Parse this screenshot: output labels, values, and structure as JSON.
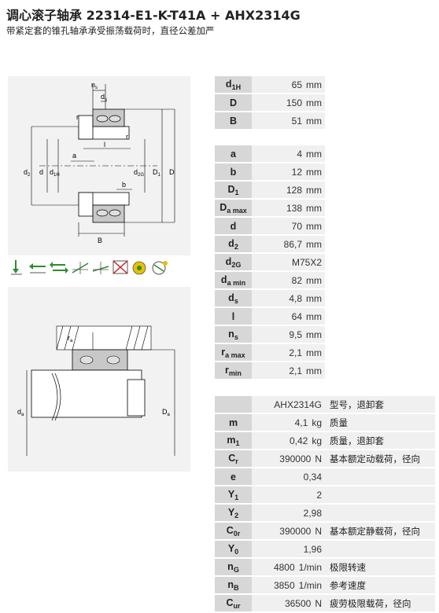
{
  "header": {
    "title": "调心滚子轴承 22314-E1-K-T41A + AHX2314G",
    "subtitle": "带紧定套的锥孔轴承承受振荡载荷时，直径公差加严"
  },
  "diagram_top": {
    "labels": {
      "ns": "n",
      "ns_sub": "s",
      "ds": "d",
      "ds_sub": "s",
      "r1": "r",
      "r2": "r",
      "l": "l",
      "a": "a",
      "d2": "d",
      "d2_sub": "2",
      "d": "d",
      "d1H": "d",
      "d1H_sub": "1H",
      "d2G": "d",
      "d2G_sub": "2G",
      "D1": "D",
      "D1_sub": "1",
      "D": "D",
      "b": "b",
      "B": "B"
    }
  },
  "diagram_bottom": {
    "labels": {
      "ra": "r",
      "ra_sub": "a",
      "da": "d",
      "da_sub": "a",
      "Da": "D",
      "Da_sub": "a"
    }
  },
  "icons": [
    "radial-load-icon",
    "axial-load-left-icon",
    "axial-load-both-icon",
    "angle-misalignment-icon",
    "tilt-icon",
    "no-separable-icon",
    "oscillation-icon",
    "sealed-icon"
  ],
  "spec_groups": [
    [
      {
        "k": "d",
        "s": "1H",
        "v": "65",
        "u": "mm"
      },
      {
        "k": "D",
        "s": "",
        "v": "150",
        "u": "mm"
      },
      {
        "k": "B",
        "s": "",
        "v": "51",
        "u": "mm"
      }
    ],
    [
      {
        "k": "a",
        "s": "",
        "v": "4",
        "u": "mm"
      },
      {
        "k": "b",
        "s": "",
        "v": "12",
        "u": "mm"
      },
      {
        "k": "D",
        "s": "1",
        "v": "128",
        "u": "mm"
      },
      {
        "k": "D",
        "s": "a max",
        "v": "138",
        "u": "mm"
      },
      {
        "k": "d",
        "s": "",
        "v": "70",
        "u": "mm"
      },
      {
        "k": "d",
        "s": "2",
        "v": "86,7",
        "u": "mm"
      },
      {
        "k": "d",
        "s": "2G",
        "v": "M75X2",
        "u": ""
      },
      {
        "k": "d",
        "s": "a min",
        "v": "82",
        "u": "mm"
      },
      {
        "k": "d",
        "s": "s",
        "v": "4,8",
        "u": "mm"
      },
      {
        "k": "l",
        "s": "",
        "v": "64",
        "u": "mm"
      },
      {
        "k": "n",
        "s": "s",
        "v": "9,5",
        "u": "mm"
      },
      {
        "k": "r",
        "s": "a max",
        "v": "2,1",
        "u": "mm"
      },
      {
        "k": "r",
        "s": "min",
        "v": "2,1",
        "u": "mm"
      }
    ],
    [
      {
        "k": "",
        "s": "",
        "v": "AHX2314G",
        "u": "",
        "d": "型号，退卸套"
      },
      {
        "k": "m",
        "s": "",
        "v": "4,1",
        "u": "kg",
        "d": "质量"
      },
      {
        "k": "m",
        "s": "1",
        "v": "0,42",
        "u": "kg",
        "d": "质量，退卸套"
      },
      {
        "k": "C",
        "s": "r",
        "v": "390000",
        "u": "N",
        "d": "基本额定动载荷，径向"
      },
      {
        "k": "e",
        "s": "",
        "v": "0,34",
        "u": "",
        "d": ""
      },
      {
        "k": "Y",
        "s": "1",
        "v": "2",
        "u": "",
        "d": ""
      },
      {
        "k": "Y",
        "s": "2",
        "v": "2,98",
        "u": "",
        "d": ""
      },
      {
        "k": "C",
        "s": "0r",
        "v": "390000",
        "u": "N",
        "d": "基本额定静载荷，径向"
      },
      {
        "k": "Y",
        "s": "0",
        "v": "1,96",
        "u": "",
        "d": ""
      },
      {
        "k": "n",
        "s": "G",
        "v": "4800",
        "u": "1/min",
        "d": "极限转速"
      },
      {
        "k": "n",
        "s": "B",
        "v": "3850",
        "u": "1/min",
        "d": "参考速度"
      },
      {
        "k": "C",
        "s": "ur",
        "v": "36500",
        "u": "N",
        "d": "疲劳极限载荷，径向"
      }
    ]
  ],
  "colors": {
    "key_bg": "#d7d7d7",
    "row_bg": "#f0f0f0",
    "diagram_bg": "#f2f2f2",
    "bearing_fill": "#c8c8c8",
    "icon_green": "#2e8b2e",
    "icon_red": "#cc2222",
    "icon_yellow": "#e8c000"
  }
}
